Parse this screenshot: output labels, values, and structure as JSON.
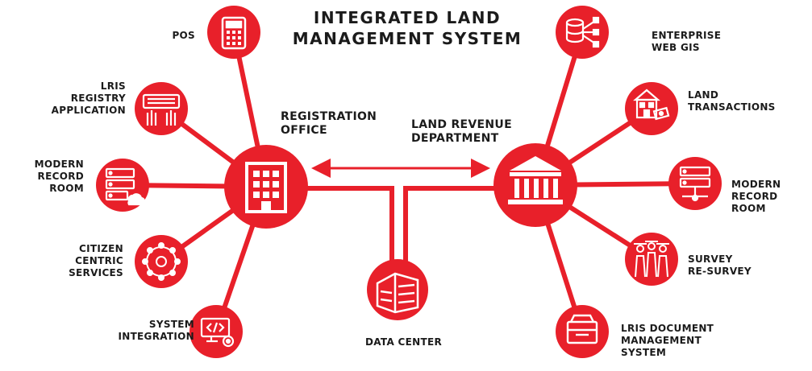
{
  "title": {
    "line1": "INTEGRATED LAND",
    "line2": "MANAGEMENT SYSTEM"
  },
  "hubs": {
    "registration_office": "REGISTRATION\nOFFICE",
    "land_revenue": "LAND REVENUE\nDEPARTMENT",
    "data_center": "DATA CENTER"
  },
  "left_nodes": [
    {
      "label": "POS",
      "icon": "pos-terminal-icon"
    },
    {
      "label": "LRIS\nREGISTRY\nAPPLICATION",
      "icon": "keyboard-hands-icon"
    },
    {
      "label": "MODERN\nRECORD\nROOM",
      "icon": "server-cloud-icon"
    },
    {
      "label": "CITIZEN\nCENTRIC\nSERVICES",
      "icon": "people-circle-icon"
    },
    {
      "label": "SYSTEM\nINTEGRATION",
      "icon": "code-monitor-gear-icon"
    }
  ],
  "right_nodes": [
    {
      "label": "ENTERPRISE\nWEB GIS",
      "icon": "database-network-icon"
    },
    {
      "label": "LAND\nTRANSACTIONS",
      "icon": "house-money-icon"
    },
    {
      "label": "MODERN\nRECORD\nROOM",
      "icon": "server-rack-icon"
    },
    {
      "label": "SURVEY\nRE-SURVEY",
      "icon": "surveyors-icon"
    },
    {
      "label": "LRIS DOCUMENT\nMANAGEMENT\nSYSTEM",
      "icon": "file-tray-icon"
    }
  ],
  "colors": {
    "accent": "#e8202a",
    "text": "#1b1b1b",
    "icon": "#ffffff"
  }
}
